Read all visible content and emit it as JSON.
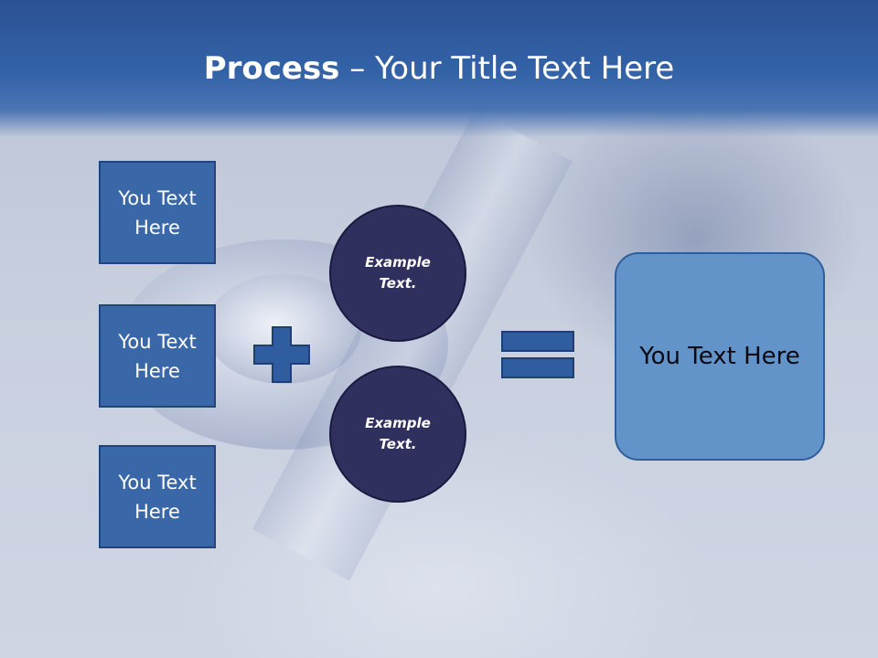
{
  "slide": {
    "title_bold": "Process",
    "title_rest": " – Your Title Text Here"
  },
  "inputs": [
    {
      "label": "You Text Here"
    },
    {
      "label": "You Text Here"
    },
    {
      "label": "You Text Here"
    }
  ],
  "circles": [
    {
      "label": "Example Text."
    },
    {
      "label": "Example Text."
    }
  ],
  "result": {
    "label": "You Text Here"
  },
  "icons": {
    "plus": "plus-icon",
    "equals": "equals-icon"
  },
  "colors": {
    "header": "#3463a8",
    "box_fill": "#3a67a7",
    "circle_fill": "#30305f",
    "result_fill": "#6294c9",
    "symbol_fill": "#2f5d9f"
  }
}
